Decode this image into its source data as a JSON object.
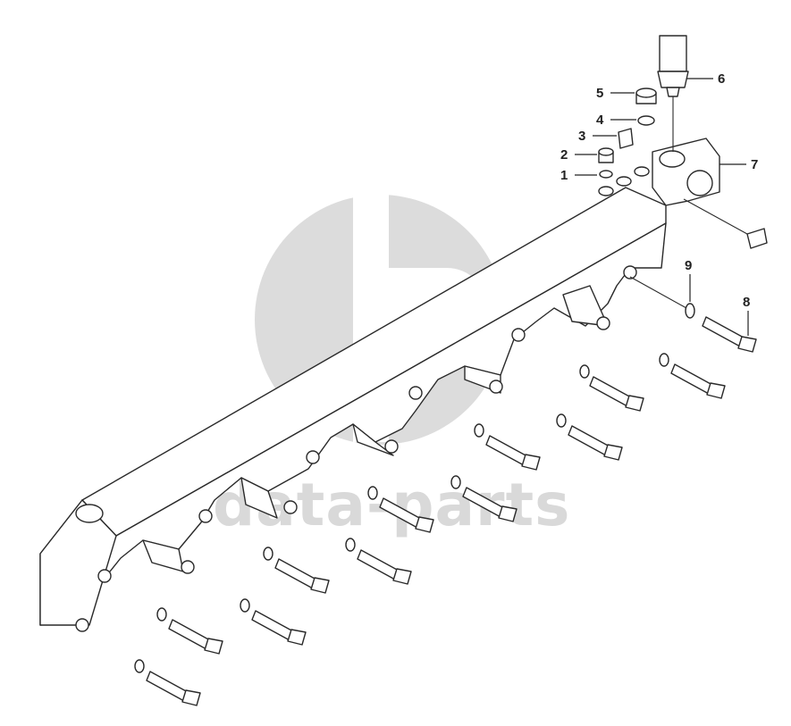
{
  "callouts": [
    {
      "id": "1",
      "label": "1"
    },
    {
      "id": "2",
      "label": "2"
    },
    {
      "id": "3",
      "label": "3"
    },
    {
      "id": "4",
      "label": "4"
    },
    {
      "id": "5",
      "label": "5"
    },
    {
      "id": "6",
      "label": "6"
    },
    {
      "id": "7",
      "label": "7"
    },
    {
      "id": "8",
      "label": "8"
    },
    {
      "id": "9",
      "label": "9"
    }
  ],
  "watermark": {
    "text": "data-parts",
    "color": "#d9d9d9"
  }
}
